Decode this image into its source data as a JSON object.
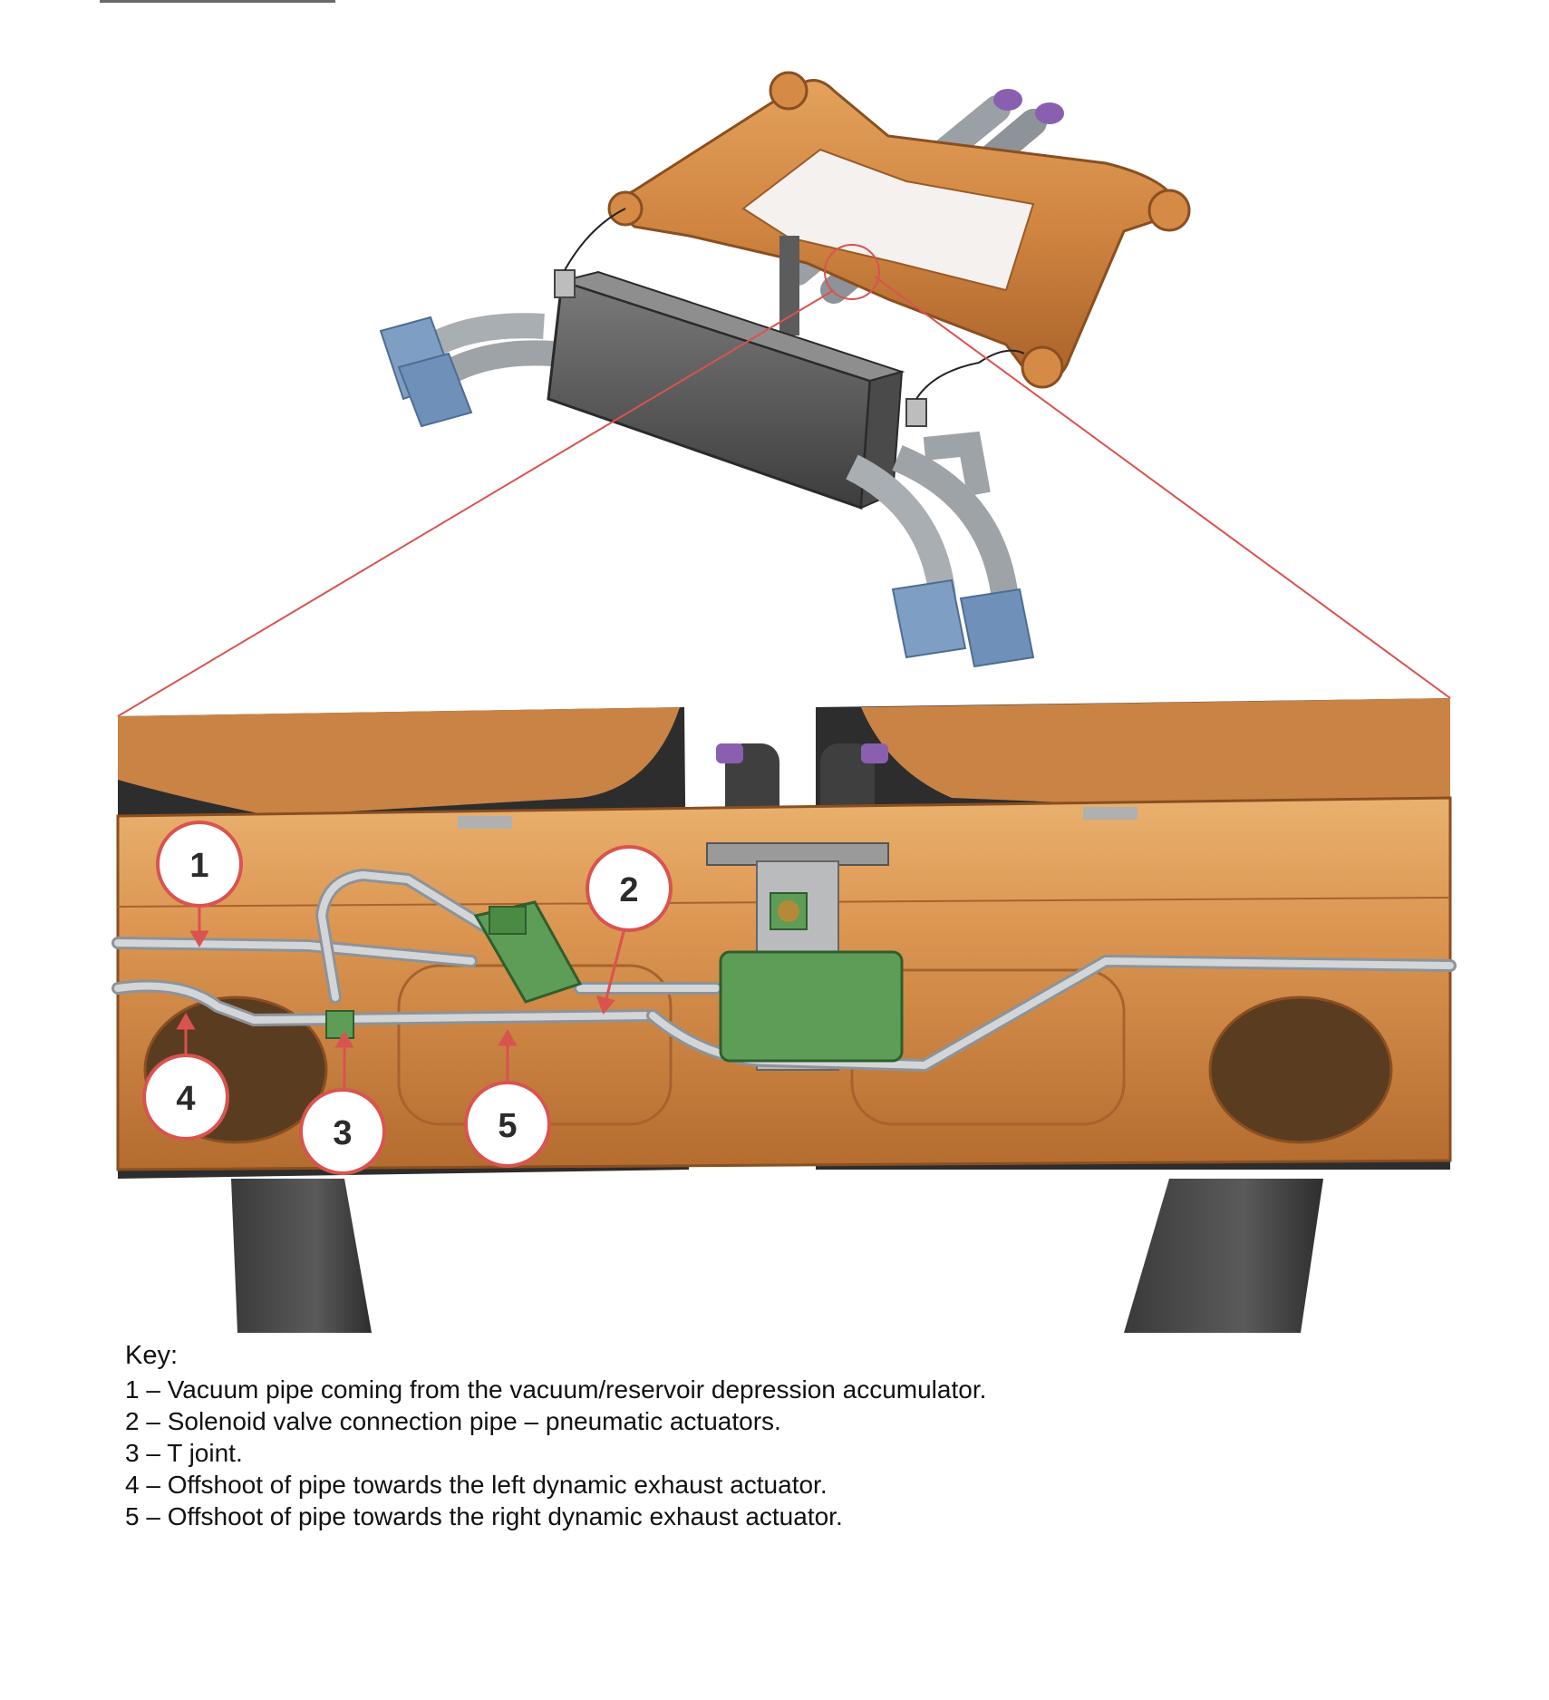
{
  "callouts": [
    {
      "id": "1",
      "label": "1"
    },
    {
      "id": "2",
      "label": "2"
    },
    {
      "id": "3",
      "label": "3"
    },
    {
      "id": "4",
      "label": "4"
    },
    {
      "id": "5",
      "label": "5"
    }
  ],
  "key": {
    "title": "Key:",
    "items": [
      "1 – Vacuum pipe coming from the vacuum/reservoir depression accumulator.",
      "2 – Solenoid valve connection pipe – pneumatic actuators.",
      "3 – T joint.",
      "4 – Offshoot of pipe towards the left dynamic exhaust actuator.",
      "5 – Offshoot of pipe towards the right dynamic exhaust actuator."
    ]
  },
  "colors": {
    "subframe": "#c97a35",
    "pipe": "#b8bcc0",
    "tip": "#7f9ec4",
    "valve": "#5d9d58",
    "callout_ring": "#d9534f",
    "zoom_line": "#d9534f"
  },
  "icons": {
    "overview": "exhaust-subframe-assembly-illustration",
    "detail": "vacuum-pipe-detail-illustration"
  }
}
